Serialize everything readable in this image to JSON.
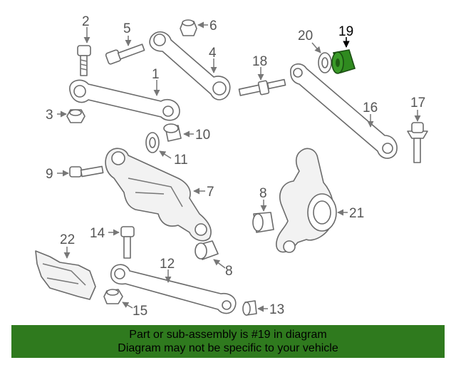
{
  "callouts": {
    "c1": "1",
    "c2": "2",
    "c3": "3",
    "c4": "4",
    "c5": "5",
    "c6": "6",
    "c7": "7",
    "c8a": "8",
    "c8b": "8",
    "c9": "9",
    "c10": "10",
    "c11": "11",
    "c12": "12",
    "c13": "13",
    "c14": "14",
    "c15": "15",
    "c16": "16",
    "c17": "17",
    "c18": "18",
    "c19": "19",
    "c20": "20",
    "c21": "21",
    "c22": "22"
  },
  "highlight_part": "19",
  "colors": {
    "highlight": "#2f8a1f",
    "banner": "#2f7a1e",
    "line_art": "#6a6a6a"
  },
  "footer": {
    "line1": "Part or sub-assembly is #19 in diagram",
    "line2": "Diagram may not be specific to your vehicle"
  }
}
